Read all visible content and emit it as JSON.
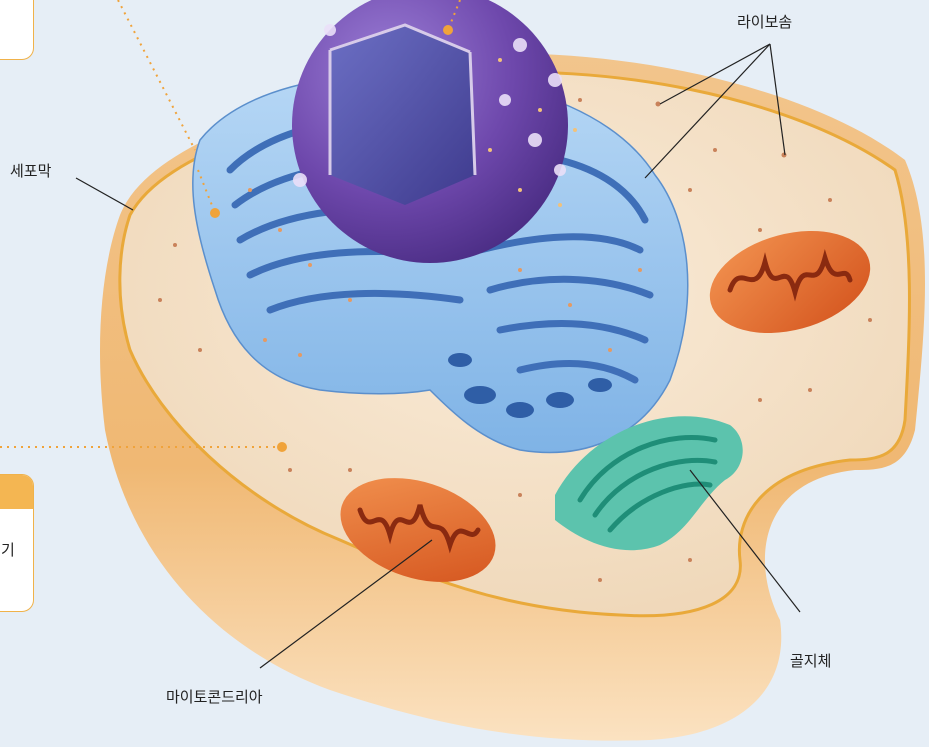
{
  "labels": {
    "cell_membrane": "세포막",
    "ribosome": "라이보솜",
    "golgi": "골지체",
    "mitochondria": "마이토콘드리아"
  },
  "callout_box_bottom": {
    "partial_text": "기"
  },
  "colors": {
    "background": "#e6eef6",
    "cytoplasm": "#f3dfc4",
    "membrane": "#e9a93a",
    "nucleus": "#6b45a8",
    "er": "#8fc0ee",
    "mitochondria": "#e46a2a",
    "golgi": "#3fb39c",
    "callout_accent": "#f0a33a"
  }
}
